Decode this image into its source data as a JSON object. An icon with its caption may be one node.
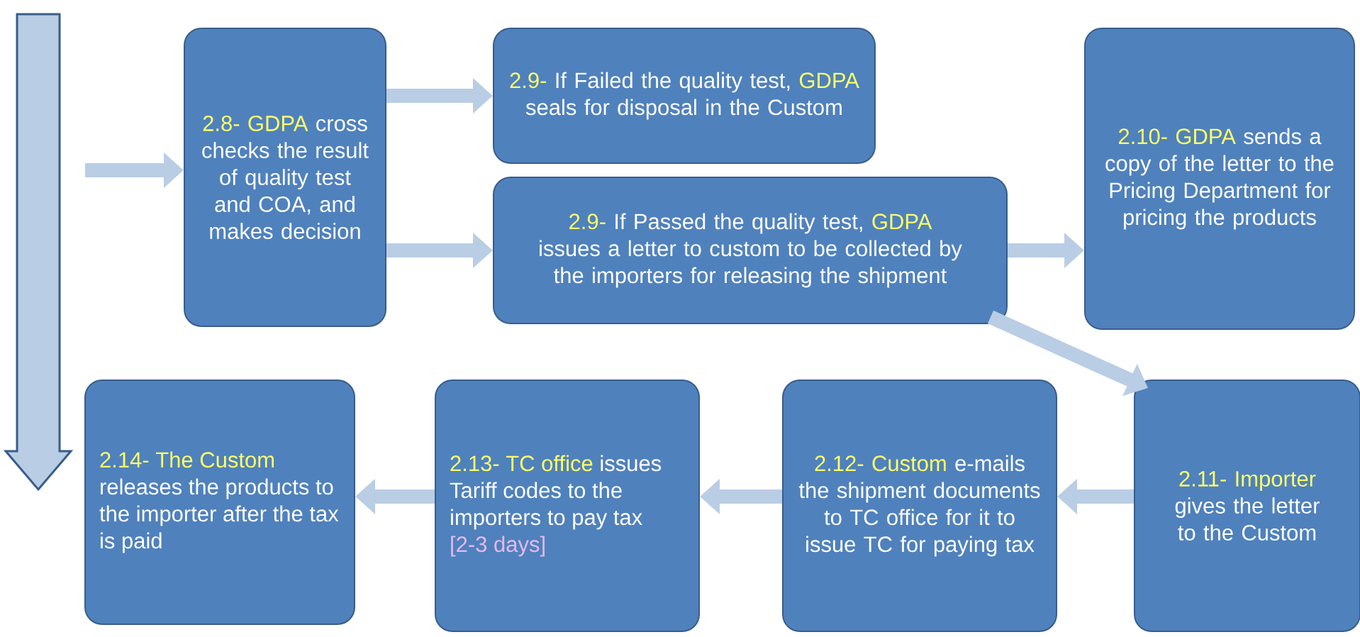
{
  "diagram": {
    "nodes": [
      {
        "text": [
          "2.8- GDPA",
          "cross checks the result of quality test and COA, and makes decision"
        ]
      },
      {
        "text": [
          "2.9-",
          "If Failed the quality test,",
          "GDPA",
          "seals for disposal in the Custom"
        ]
      },
      {
        "text": [
          "2.9-",
          "If Passed the quality test,",
          "GDPA",
          "issues a letter to custom to be collected by the importers for releasing the shipment"
        ]
      },
      {
        "text": [
          "2.10- GDPA",
          "sends a copy of the letter to the Pricing Department for pricing the products"
        ]
      },
      {
        "text": [
          "2.11- Importer",
          "gives the letter to the Custom"
        ]
      },
      {
        "text": [
          "2.12- Custom",
          "e-mails the shipment documents to TC office for it to issue TC for paying tax"
        ]
      },
      {
        "text": [
          "2.13- TC office",
          "issues Tariff codes to the importers to pay tax",
          "[2-3 days]"
        ]
      },
      {
        "text": [
          "2.14- The Custom",
          "releases the products to the importer after the tax is paid"
        ]
      }
    ],
    "edges": [
      {
        "from": null,
        "to": 0,
        "arrow": "to"
      },
      {
        "from": 0,
        "to": 1,
        "arrow": "to"
      },
      {
        "from": 0,
        "to": 2,
        "arrow": "to"
      },
      {
        "from": 2,
        "to": 3,
        "arrow": "to"
      },
      {
        "from": 2,
        "to": 4,
        "arrow": "to"
      },
      {
        "from": 4,
        "to": 5,
        "arrow": "to"
      },
      {
        "from": 5,
        "to": 6,
        "arrow": "to"
      },
      {
        "from": 6,
        "to": 7,
        "arrow": "to"
      }
    ]
  }
}
